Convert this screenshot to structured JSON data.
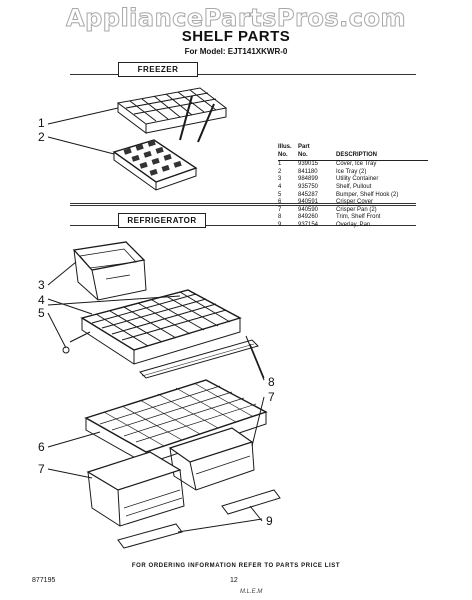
{
  "watermark": "AppliancePartsPros.com",
  "title": "SHELF PARTS",
  "model": "For Model: EJT141XKWR-0",
  "sections": {
    "freezer": "FREEZER",
    "refrigerator": "REFRIGERATOR"
  },
  "parts_table": {
    "headers": {
      "no_line1": "Illus.",
      "no_line2": "No.",
      "part_line1": "Part",
      "part_line2": "No.",
      "description": "DESCRIPTION"
    },
    "rows": [
      {
        "no": "1",
        "part": "939015",
        "description": "Cover, Ice Tray"
      },
      {
        "no": "2",
        "part": "841180",
        "description": "Ice Tray (2)"
      },
      {
        "no": "3",
        "part": "984899",
        "description": "Utility Container"
      },
      {
        "no": "4",
        "part": "935750",
        "description": "Shelf, Pullout"
      },
      {
        "no": "5",
        "part": "845287",
        "description": "Bumper, Shelf Hook (2)"
      },
      {
        "no": "6",
        "part": "940591",
        "description": "Crisper Cover"
      },
      {
        "no": "7",
        "part": "940590",
        "description": "Crisper Pan (2)"
      },
      {
        "no": "8",
        "part": "849260",
        "description": "Trim, Shelf Front"
      },
      {
        "no": "9",
        "part": "937154",
        "description": "Overlay, Pan"
      }
    ]
  },
  "callouts": {
    "c1": "1",
    "c2": "2",
    "c3": "3",
    "c4": "4",
    "c5": "5",
    "c6": "6",
    "c7a": "7",
    "c7b": "7",
    "c8": "8",
    "c9": "9"
  },
  "footer": {
    "note": "FOR ORDERING INFORMATION REFER TO PARTS PRICE LIST",
    "code": "877195",
    "page": "12",
    "scribble": "M.L.E.M"
  }
}
